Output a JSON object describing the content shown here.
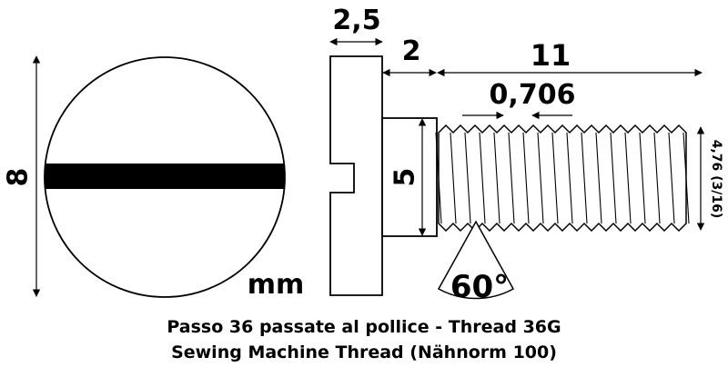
{
  "dimensions": {
    "head_diameter": "8",
    "head_thickness": "2,5",
    "shoulder_length": "2",
    "thread_length": "11",
    "shoulder_diameter": "5",
    "thread_pitch": "0,706",
    "thread_diameter": "4,76 (3/16)",
    "thread_angle": "60°"
  },
  "unit_label": "mm",
  "caption": {
    "line1": "Passo 36 passate al pollice - Thread 36G",
    "line2": "Sewing Machine Thread (Nähnorm 100)"
  }
}
